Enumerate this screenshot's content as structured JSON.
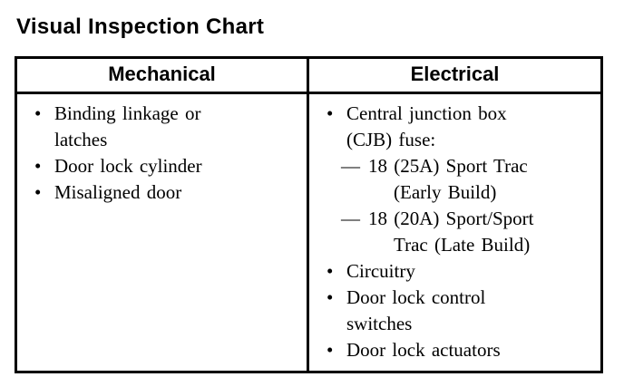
{
  "page": {
    "title": "Visual Inspection Chart"
  },
  "markers": {
    "bullet": "•",
    "dash": "—"
  },
  "table": {
    "columns": [
      {
        "header": "Mechanical",
        "items": [
          {
            "text": "Binding linkage or\nlatches"
          },
          {
            "text": "Door lock cylinder"
          },
          {
            "text": "Misaligned door"
          }
        ]
      },
      {
        "header": "Electrical",
        "items": [
          {
            "text": "Central junction box\n(CJB) fuse:",
            "subitems": [
              {
                "text": "18 (25A) Sport Trac\n(Early Build)"
              },
              {
                "text": "18 (20A) Sport/Sport\nTrac (Late Build)"
              }
            ]
          },
          {
            "text": "Circuitry"
          },
          {
            "text": "Door lock control\nswitches"
          },
          {
            "text": "Door lock actuators"
          }
        ]
      }
    ]
  }
}
